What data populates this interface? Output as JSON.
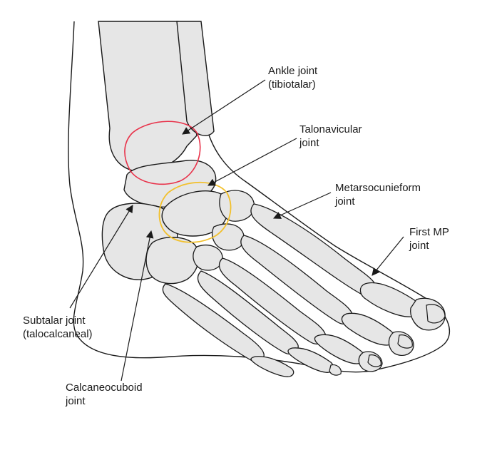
{
  "labels": {
    "ankle": {
      "line1": "Ankle joint",
      "line2": "(tibiotalar)"
    },
    "talonavicular": {
      "line1": "Talonavicular",
      "line2": "joint"
    },
    "metatarsocuneiform": {
      "line1": "Metarsocunieform",
      "line2": "joint"
    },
    "first_mp": {
      "line1": "First MP",
      "line2": "joint"
    },
    "subtalar": {
      "line1": "Subtalar joint",
      "line2": "(talocalcaneal)"
    },
    "calcaneocuboid": {
      "line1": "Calcaneocuboid",
      "line2": "joint"
    }
  },
  "colors": {
    "bone_fill": "#e6e6e6",
    "bone_stroke": "#1a1a1a",
    "ankle_highlight": "#e8324a",
    "talonavicular_highlight": "#f2c02c"
  }
}
